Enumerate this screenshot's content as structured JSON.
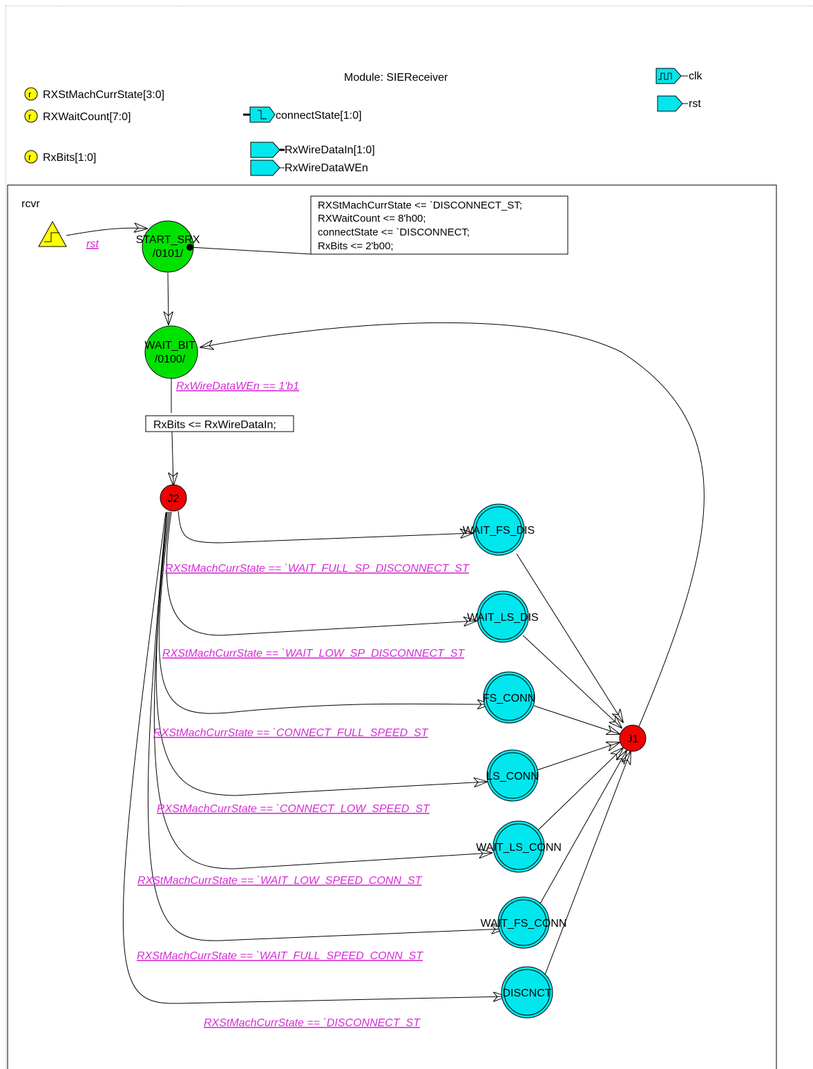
{
  "module_title": "Module: SIEReceiver",
  "registers": [
    "RXStMachCurrState[3:0]",
    "RXWaitCount[7:0]",
    "RxBits[1:0]"
  ],
  "register_badge": "r",
  "outputs": [
    "connectState[1:0]"
  ],
  "inputs": [
    "RxWireDataIn[1:0]",
    "RxWireDataWEn"
  ],
  "clock": "clk",
  "reset": "rst",
  "fsm_name": "rcvr",
  "reset_trigger": "rst",
  "states": {
    "start": {
      "name": "START_SRX",
      "code": "/0101/"
    },
    "wait_bit": {
      "name": "WAIT_BIT",
      "code": "/0100/"
    },
    "wait_fs_dis": "WAIT_FS_DIS",
    "wait_ls_dis": "WAIT_LS_DIS",
    "fs_conn": "FS_CONN",
    "ls_conn": "LS_CONN",
    "wait_ls_conn": "WAIT_LS_CONN",
    "wait_fs_conn": "WAIT_FS_CONN",
    "discnct": "DISCNCT"
  },
  "junctions": {
    "j1": "J1",
    "j2": "J2"
  },
  "reset_actions": [
    "RXStMachCurrState <= `DISCONNECT_ST;",
    "RXWaitCount <= 8'h00;",
    "connectState <= `DISCONNECT;",
    "RxBits <= 2'b00;"
  ],
  "wait_bit_condition": "RxWireDataWEn == 1'b1",
  "wait_bit_action": "RxBits <= RxWireDataIn;",
  "conditions": {
    "wait_fs_dis": "RXStMachCurrState == `WAIT_FULL_SP_DISCONNECT_ST",
    "wait_ls_dis": "RXStMachCurrState == `WAIT_LOW_SP_DISCONNECT_ST",
    "fs_conn": "RXStMachCurrState == `CONNECT_FULL_SPEED_ST",
    "ls_conn": "RXStMachCurrState == `CONNECT_LOW_SPEED_ST",
    "wait_ls_conn": "RXStMachCurrState == `WAIT_LOW_SPEED_CONN_ST",
    "wait_fs_conn": "RXStMachCurrState == `WAIT_FULL_SPEED_CONN_ST",
    "discnct": "RXStMachCurrState == `DISCONNECT_ST"
  },
  "colors": {
    "initial_state": "#00e100",
    "state": "#00e7ee",
    "junction": "#f20000",
    "condition_text": "#d62bd6",
    "register_badge": "#ffff00",
    "port": "#00e7ee",
    "reset_trigger": "#ffff00"
  }
}
